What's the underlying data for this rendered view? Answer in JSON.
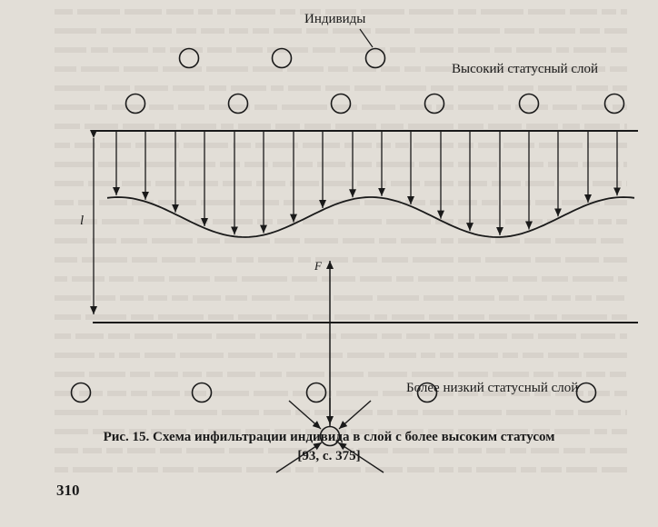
{
  "figure": {
    "label_individuals": "Индивиды",
    "label_high_layer": "Высокий статусный слой",
    "label_low_layer": "Более низкий статусный слой",
    "label_l": "l",
    "label_F": "F"
  },
  "caption": {
    "line1": "Рис. 15. Схема инфильтрации индивида в слой с более высоким статусом",
    "line2": "[93, с. 375]"
  },
  "page_number": "310",
  "colors": {
    "ink": "#1a1a1a",
    "paper": "#e2ded7",
    "bleed_text": "#c9c4bc"
  }
}
